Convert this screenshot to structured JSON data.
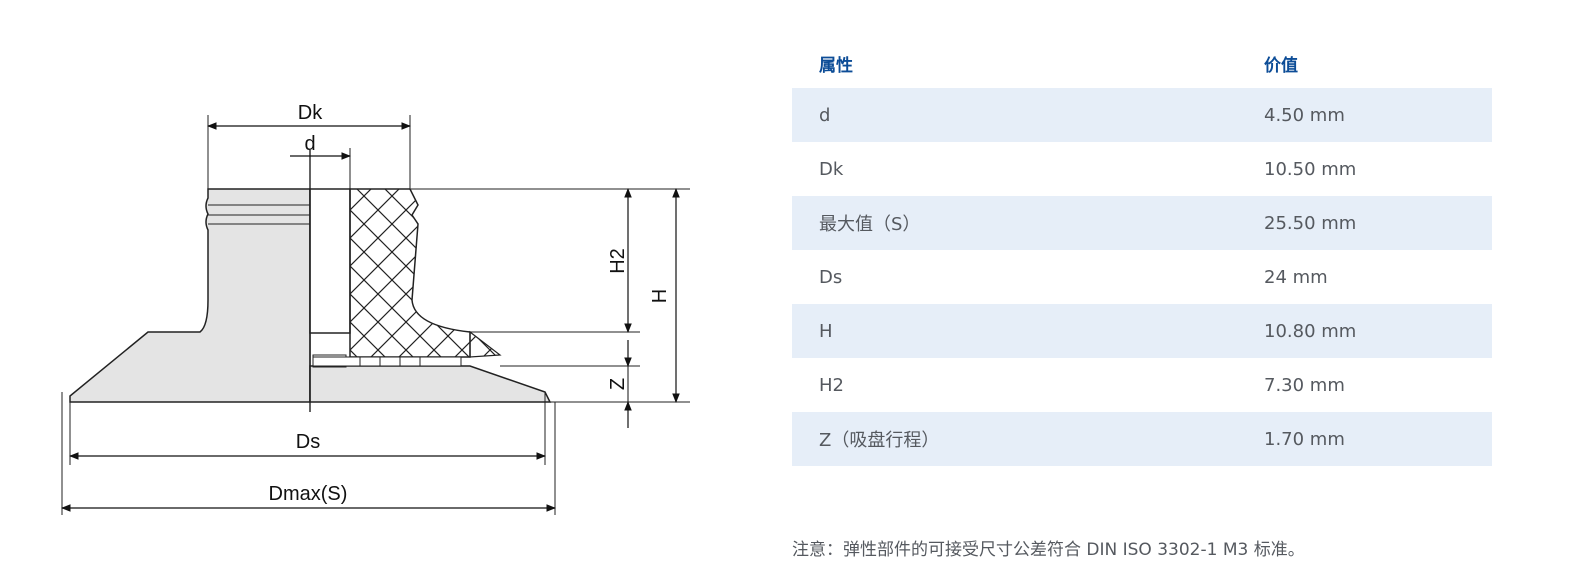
{
  "drawing": {
    "labels": {
      "dk": "Dk",
      "d": "d",
      "h2": "H2",
      "h": "H",
      "z": "Z",
      "ds": "Ds",
      "dmax": "Dmax(S)"
    },
    "line_color": "#222222",
    "fill_color": "#e4e4e4"
  },
  "table": {
    "header": {
      "property": "属性",
      "value": "价值"
    },
    "rows": [
      {
        "property": "d",
        "value": "4.50 mm"
      },
      {
        "property": "Dk",
        "value": "10.50 mm"
      },
      {
        "property": "最大值（S）",
        "value": "25.50 mm"
      },
      {
        "property": "Ds",
        "value": "24 mm"
      },
      {
        "property": "H",
        "value": "10.80 mm"
      },
      {
        "property": "H2",
        "value": "7.30 mm"
      },
      {
        "property": "Z（吸盘行程）",
        "value": "1.70 mm"
      }
    ],
    "header_color": "#0d4d97",
    "stripe_color": "#e6eef8"
  },
  "note": "注意：弹性部件的可接受尺寸公差符合 DIN ISO 3302-1 M3 标准。"
}
